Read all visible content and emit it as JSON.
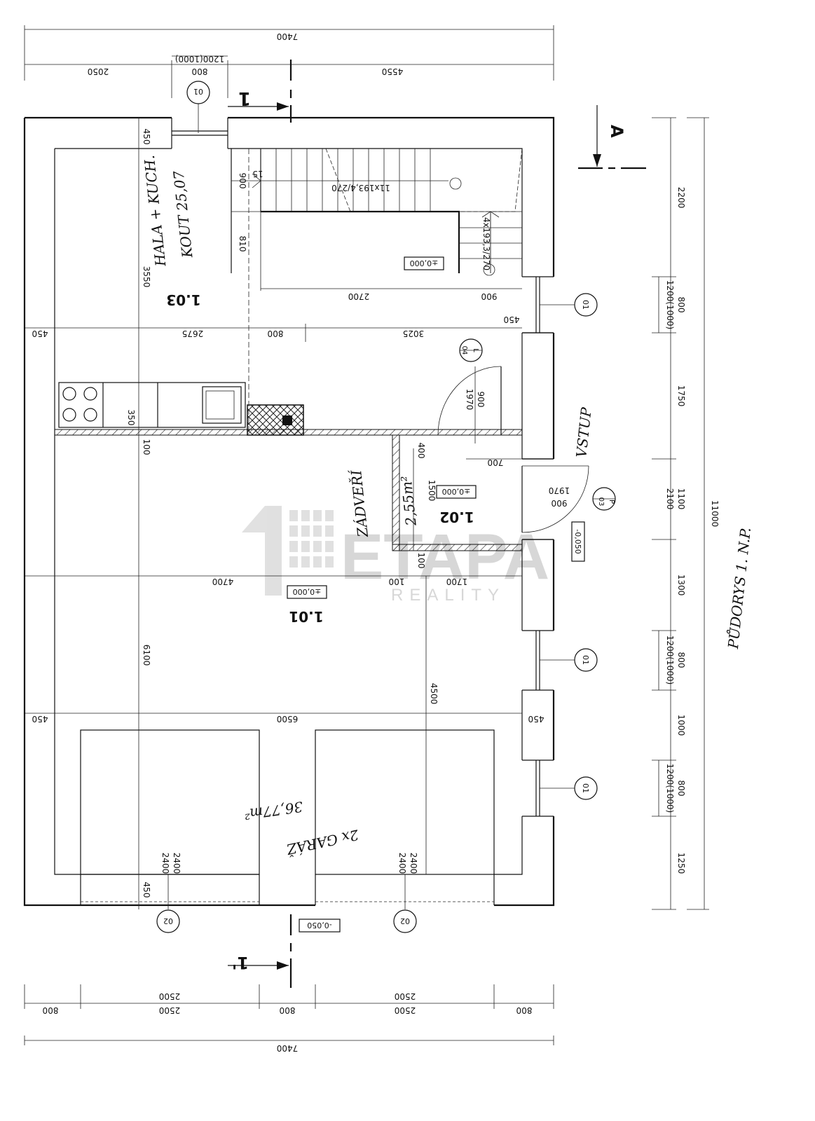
{
  "watermark": {
    "brand": "ETAPA",
    "sub": "REALITY",
    "color": "#bdbdbd"
  },
  "rooms": {
    "r103": "1.03",
    "r102": "1.02",
    "r101": "1.01"
  },
  "levels": {
    "l_zero_1": "±0,000",
    "l_zero_2": "±0,000",
    "l_zero_3": "±0,000",
    "l_minus_1": "-0,050",
    "l_minus_2": "-0,050"
  },
  "annotations": {
    "hala": "HALA + KUCH.",
    "kout": "KOUT 25,07",
    "zadveri": "ZÁDVEŘÍ",
    "zadveri_area": "2,55m²",
    "garaz": "2x GARÁŽ",
    "garaz_area": "36,77m²",
    "vstup": "VSTUP",
    "pudorys": "PŮDORYS 1. N.P."
  },
  "section_marks": {
    "s1": "1",
    "s1p": "1'",
    "sA": "A"
  },
  "callouts": {
    "c_top": "01",
    "c_r1": "01",
    "c_r2": "01",
    "c_r3": "01",
    "c_b1": "02",
    "c_b2": "02",
    "c_door1": "04",
    "c_door1_sub": "L",
    "c_door2": "03",
    "c_door2_sub": "P"
  },
  "dimensions": {
    "top_total": "7400",
    "top_2050": "2050",
    "top_800": "800",
    "top_1200": "1200(1000)",
    "top_4550": "4550",
    "bot_total": "7400",
    "bot_800a": "800",
    "bot_2500a": "2500",
    "bot_2500a2": "2500",
    "bot_800b": "800",
    "bot_2500b": "2500",
    "bot_2500b2": "2500",
    "bot_800c": "800",
    "r_11000": "11000",
    "r_2200": "2200",
    "r_1200a": "1200(1000)",
    "r_800a": "800",
    "r_1750": "1750",
    "r_2100": "2100",
    "r_1100": "1100",
    "r_1300": "1300",
    "r_1200b": "1200(1000)",
    "r_800b": "800",
    "r_1000": "1000",
    "r_1200c": "1200(1000)",
    "r_800c": "800",
    "r_1250": "1250",
    "i_450a": "450",
    "i_900a": "900",
    "i_810": "810",
    "i_3550": "3550",
    "i_15": "15",
    "i_stair": "11x193,4/270",
    "i_stair2": "4x193,3/270",
    "i_2700": "2700",
    "i_900b": "900",
    "i_450b": "450",
    "i_450c": "450",
    "i_2675": "2675",
    "i_800": "800",
    "i_3025": "3025",
    "i_900c": "900",
    "i_1970a": "1970",
    "i_350": "350",
    "i_100a": "100",
    "i_400": "400",
    "i_700": "700",
    "i_1500": "1500",
    "i_1970b": "1970",
    "i_900d": "900",
    "i_100b": "100",
    "i_4700": "4700",
    "i_100c": "100",
    "i_1700": "1700",
    "i_6100": "6100",
    "i_4500": "4500",
    "i_450d": "450",
    "i_6500": "6500",
    "i_450e": "450",
    "i_2400a": "2400",
    "i_2400b": "2400",
    "i_2400c": "2400",
    "i_2400d": "2400",
    "i_450f": "450"
  }
}
